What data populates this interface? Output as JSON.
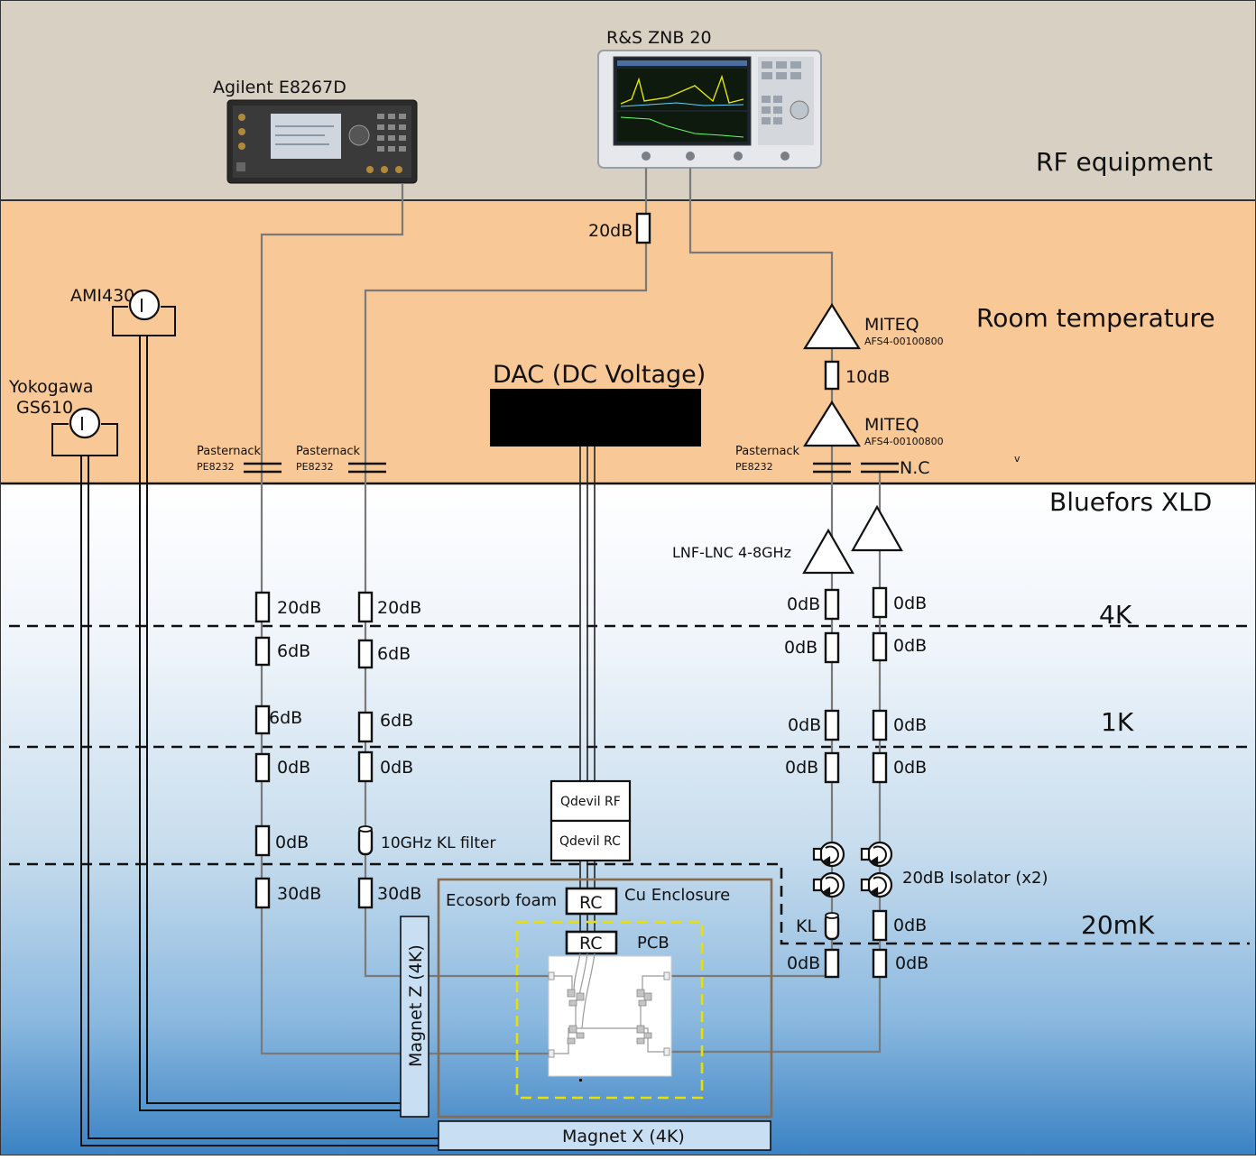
{
  "zones": {
    "rf_equipment": "RF equipment",
    "room_temperature": "Room temperature",
    "bluefors": "Bluefors XLD",
    "stage_4k": "4K",
    "stage_1k": "1K",
    "stage_20mk": "20mK"
  },
  "instruments": {
    "agilent": "Agilent E8267D",
    "vna": "R&S ZNB 20",
    "ami": "AMI430",
    "yokogawa_line1": "Yokogawa",
    "yokogawa_line2": "GS610",
    "dac": "DAC  (DC Voltage)",
    "current_source_symbol": "I"
  },
  "room_temp": {
    "vna_attenuator": "20dB",
    "pasternack_name": "Pasternack",
    "pasternack_part": "PE8232",
    "miteq_name": "MITEQ",
    "miteq_part": "AFS4-00100800",
    "miteq_attenuator": "10dB",
    "nc_label": "N.C",
    "stray_mark": "v"
  },
  "input_line_1": {
    "att_4k": "20dB",
    "att_4k_b": "6dB",
    "att_1k": "6dB",
    "att_still": "0dB",
    "att_cp": "0dB",
    "att_mxc": "30dB"
  },
  "input_line_2": {
    "att_4k": "20dB",
    "att_4k_b": "6dB",
    "att_1k": "6dB",
    "att_still": "0dB",
    "filter": "10GHz KL filter",
    "att_mxc": "30dB"
  },
  "output_line_1": {
    "hemt": "LNF-LNC 4-8GHz",
    "att_a": "0dB",
    "att_b": "0dB",
    "att_c": "0dB",
    "att_d": "0dB",
    "kl": "KL",
    "att_e": "0dB"
  },
  "output_line_2": {
    "att_a": "0dB",
    "att_b": "0dB",
    "att_c": "0dB",
    "att_d": "0dB",
    "att_e": "0dB",
    "att_f": "0dB"
  },
  "isolator_label": "20dB Isolator (x2)",
  "dc_line": {
    "qdevil_rf": "Qdevil RF",
    "qdevil_rc": "Qdevil RC",
    "rc": "RC"
  },
  "enclosure": {
    "ecosorb": "Ecosorb foam",
    "cu": "Cu Enclosure",
    "pcb": "PCB"
  },
  "magnets": {
    "z": "Magnet Z (4K)",
    "x": "Magnet X (4K)"
  },
  "colors": {
    "rf_band": "#d8d0c3",
    "rt_band": "#f8c896",
    "cold_top": "#ffffff",
    "cold_bottom": "#3a82c4",
    "enclosure": "#8a6a4a",
    "pcb_outline": "#e8e000",
    "magnet_fill": "#c8def2"
  }
}
